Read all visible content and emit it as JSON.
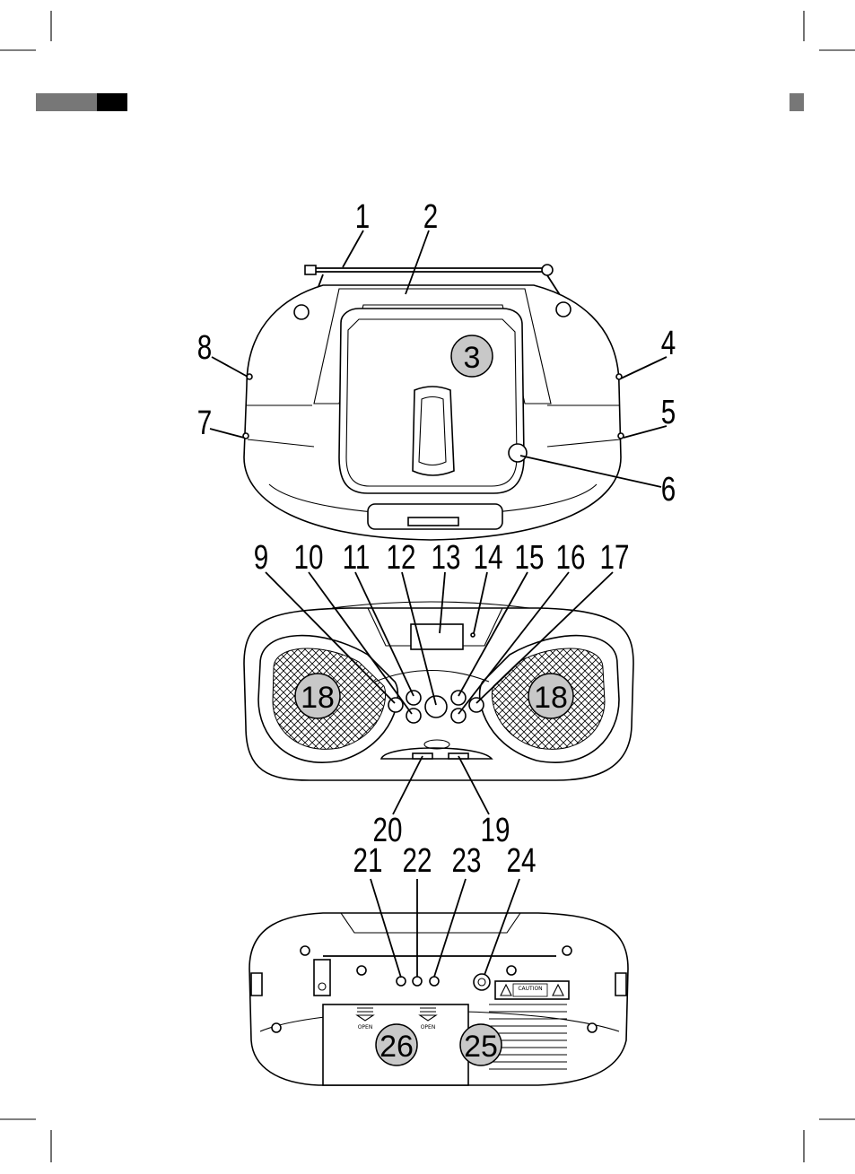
{
  "callouts": [
    "1",
    "2",
    "3",
    "4",
    "5",
    "6",
    "7",
    "8",
    "9",
    "10",
    "11",
    "12",
    "13",
    "14",
    "15",
    "16",
    "17",
    "18",
    "19",
    "20",
    "21",
    "22",
    "23",
    "24",
    "25",
    "26"
  ],
  "rear_labels": {
    "open": "OPEN",
    "caution": "CAUTION"
  },
  "colors": {
    "header_gray": "#777777",
    "header_black": "#000000",
    "badge_fill": "#c8c8c8",
    "line": "#000000"
  }
}
